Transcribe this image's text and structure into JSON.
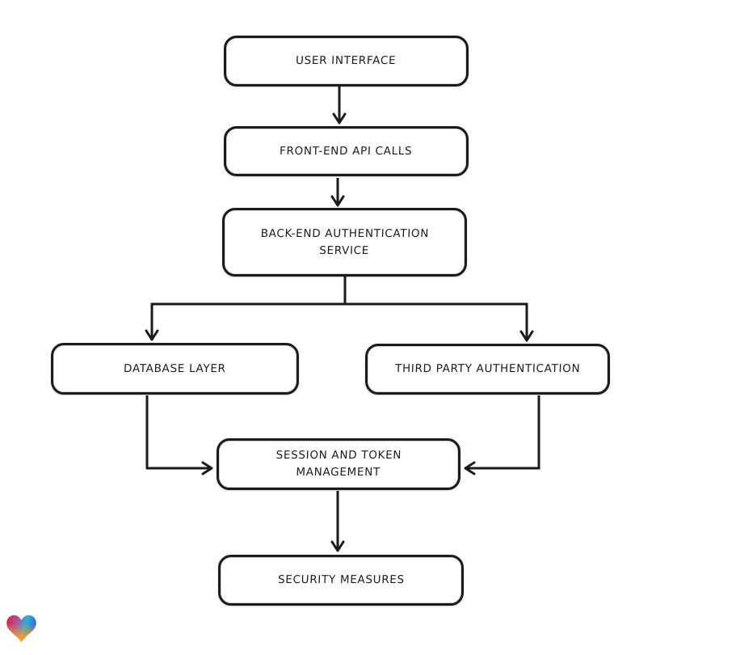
{
  "diagram": {
    "type": "flowchart",
    "stroke_color": "#1b1b1b",
    "background_color": "#ffffff",
    "nodes": {
      "user_interface": {
        "label": "USER INTERFACE"
      },
      "frontend_api": {
        "label": "FRONT-END API CALLS"
      },
      "backend_auth": {
        "label": "BACK-END AUTHENTICATION SERVICE"
      },
      "database": {
        "label": "DATABASE LAYER"
      },
      "third_party": {
        "label": "THIRD PARTY AUTHENTICATION"
      },
      "session_token": {
        "label": "SESSION AND TOKEN MANAGEMENT"
      },
      "security": {
        "label": "SECURITY MEASURES"
      }
    },
    "edges": [
      {
        "from": "user_interface",
        "to": "frontend_api"
      },
      {
        "from": "frontend_api",
        "to": "backend_auth"
      },
      {
        "from": "backend_auth",
        "to": "database"
      },
      {
        "from": "backend_auth",
        "to": "third_party"
      },
      {
        "from": "database",
        "to": "session_token"
      },
      {
        "from": "third_party",
        "to": "session_token"
      },
      {
        "from": "session_token",
        "to": "security"
      }
    ]
  },
  "watermark": {
    "icon": "gradient-heart",
    "colors": [
      "#e81d36",
      "#9a5fae",
      "#2ab5cc",
      "#3367e2",
      "#f5992b"
    ]
  }
}
